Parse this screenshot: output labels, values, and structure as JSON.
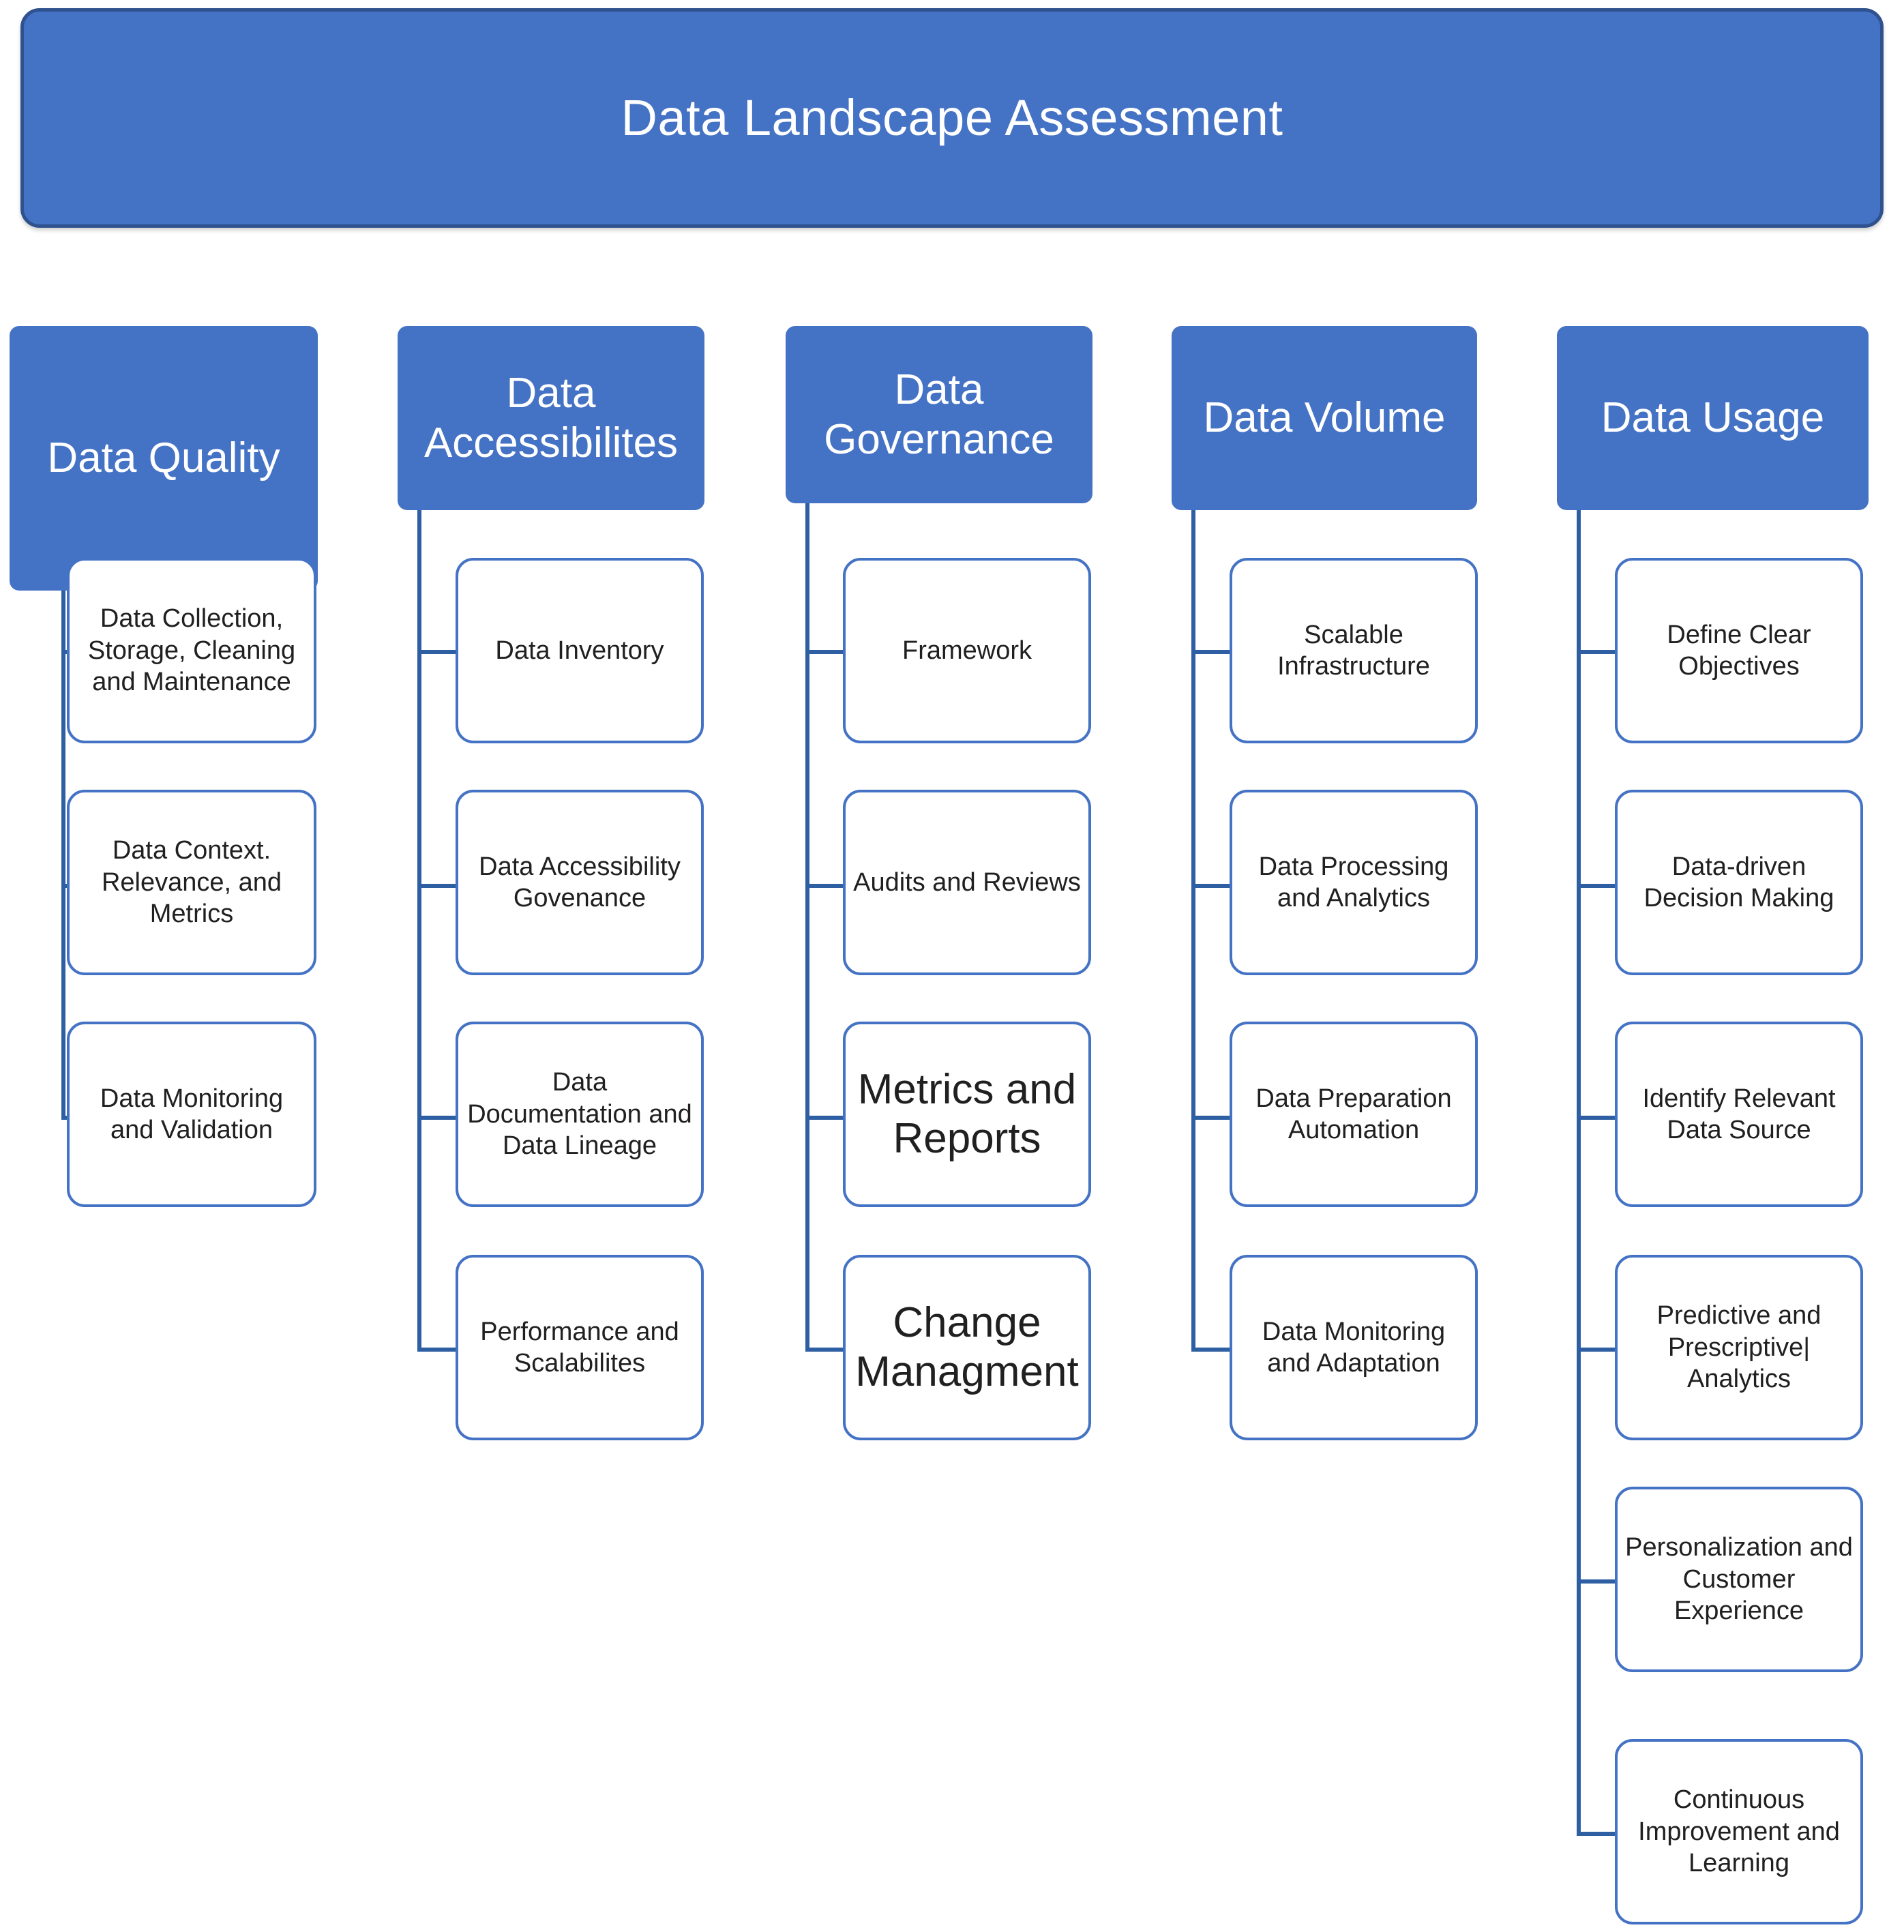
{
  "diagram": {
    "title": "Data Landscape Assessment",
    "accent_color": "#4472C4",
    "title_border_color": "#2F528F",
    "connector_color": "#2E5FA3",
    "node_border_color": "#4472C4",
    "node_text_color": "#202020",
    "header_text_color": "#FFFFFF",
    "background_color": "#FFFFFF"
  },
  "columns": [
    {
      "header": "Data Quality",
      "items": [
        {
          "label": "Data Collection, Storage, Cleaning and Maintenance"
        },
        {
          "label": "Data Context. Relevance, and Metrics"
        },
        {
          "label": "Data Monitoring and Validation"
        }
      ]
    },
    {
      "header": "Data Accessibilites",
      "items": [
        {
          "label": "Data Inventory"
        },
        {
          "label": "Data Accessibility Govenance"
        },
        {
          "label": "Data Documentation and Data Lineage"
        },
        {
          "label": "Performance and Scalabilites"
        }
      ]
    },
    {
      "header": "Data Governance",
      "items": [
        {
          "label": "Framework"
        },
        {
          "label": "Audits and Reviews"
        },
        {
          "label": "Metrics and Reports"
        },
        {
          "label": "Change Managment"
        }
      ]
    },
    {
      "header": "Data Volume",
      "items": [
        {
          "label": "Scalable Infrastructure"
        },
        {
          "label": "Data Processing and Analytics"
        },
        {
          "label": "Data Preparation Automation"
        },
        {
          "label": "Data Monitoring and Adaptation"
        }
      ]
    },
    {
      "header": "Data Usage",
      "items": [
        {
          "label": "Define Clear Objectives"
        },
        {
          "label": "Data-driven Decision Making"
        },
        {
          "label": "Identify Relevant Data Source"
        },
        {
          "label": "Predictive and Prescriptive| Analytics"
        },
        {
          "label": "Personalization and Customer Experience"
        },
        {
          "label": "Continuous Improvement and Learning"
        }
      ]
    }
  ]
}
